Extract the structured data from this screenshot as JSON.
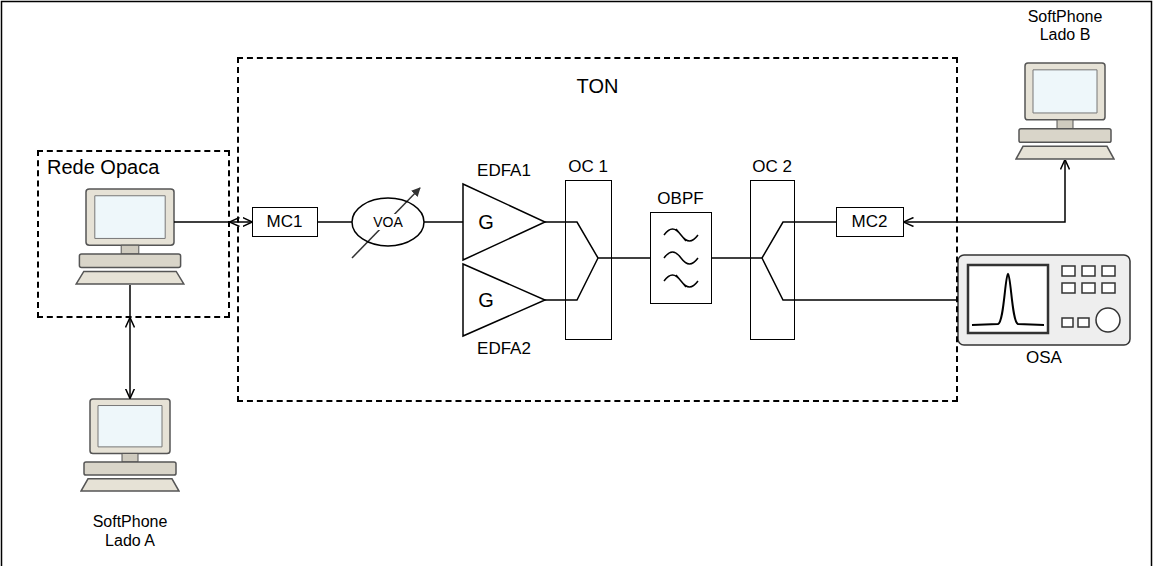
{
  "diagram": {
    "nodes": [
      {
        "text": [
          "Rede Opaca"
        ]
      },
      {
        "text": [
          "TON"
        ]
      },
      {
        "text": [
          "MC1"
        ],
        "in": 1
      },
      {
        "text": [
          "VOA"
        ],
        "in": 1
      },
      {
        "text": [
          "EDFA1",
          "G"
        ],
        "in": 1
      },
      {
        "text": [
          "G",
          "EDFA2"
        ],
        "in": 1
      },
      {
        "text": [
          "OC 1"
        ],
        "in": 1
      },
      {
        "text": [
          "OBPF"
        ],
        "in": 1
      },
      {
        "text": [
          "OC 2"
        ],
        "in": 1
      },
      {
        "text": [
          "MC2"
        ],
        "in": 1
      },
      {
        "text": [
          "SoftPhone Lado A"
        ]
      },
      {
        "text": [
          "SoftPhone Lado B"
        ]
      },
      {
        "text": [
          "OSA"
        ]
      }
    ],
    "edges": [
      {
        "from": 0,
        "to": 2,
        "arrow": "both"
      },
      {
        "from": 0,
        "to": 10,
        "arrow": "both"
      },
      {
        "from": 2,
        "to": 3,
        "arrow": "none"
      },
      {
        "from": 3,
        "to": 4,
        "arrow": "none"
      },
      {
        "from": 4,
        "to": 6,
        "arrow": "none"
      },
      {
        "from": 5,
        "to": 6,
        "arrow": "none"
      },
      {
        "from": 6,
        "to": 7,
        "arrow": "none"
      },
      {
        "from": 7,
        "to": 8,
        "arrow": "none"
      },
      {
        "from": 8,
        "to": 9,
        "arrow": "none"
      },
      {
        "from": 9,
        "to": 11,
        "arrow": "both"
      },
      {
        "from": 8,
        "to": 12,
        "arrow": "none"
      }
    ]
  }
}
